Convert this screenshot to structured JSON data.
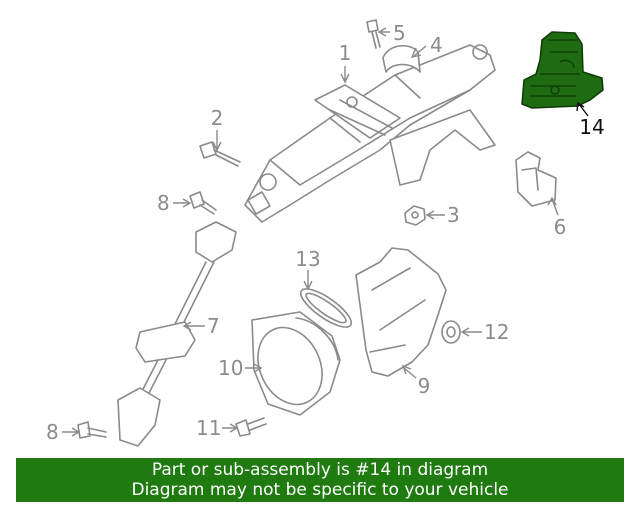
{
  "callouts": {
    "c1": "1",
    "c2": "2",
    "c3": "3",
    "c4": "4",
    "c5": "5",
    "c6": "6",
    "c7": "7",
    "c8a": "8",
    "c8b": "8",
    "c9": "9",
    "c10": "10",
    "c11": "11",
    "c12": "12",
    "c13": "13",
    "c14": "14"
  },
  "highlighted_part": "14",
  "colors": {
    "highlight": "#1f6b12",
    "banner": "#1f7a10",
    "line": "#8a8a8a"
  },
  "banner": {
    "line1": "Part or sub-assembly is #14 in diagram",
    "line2": "Diagram may not be specific to your vehicle"
  }
}
